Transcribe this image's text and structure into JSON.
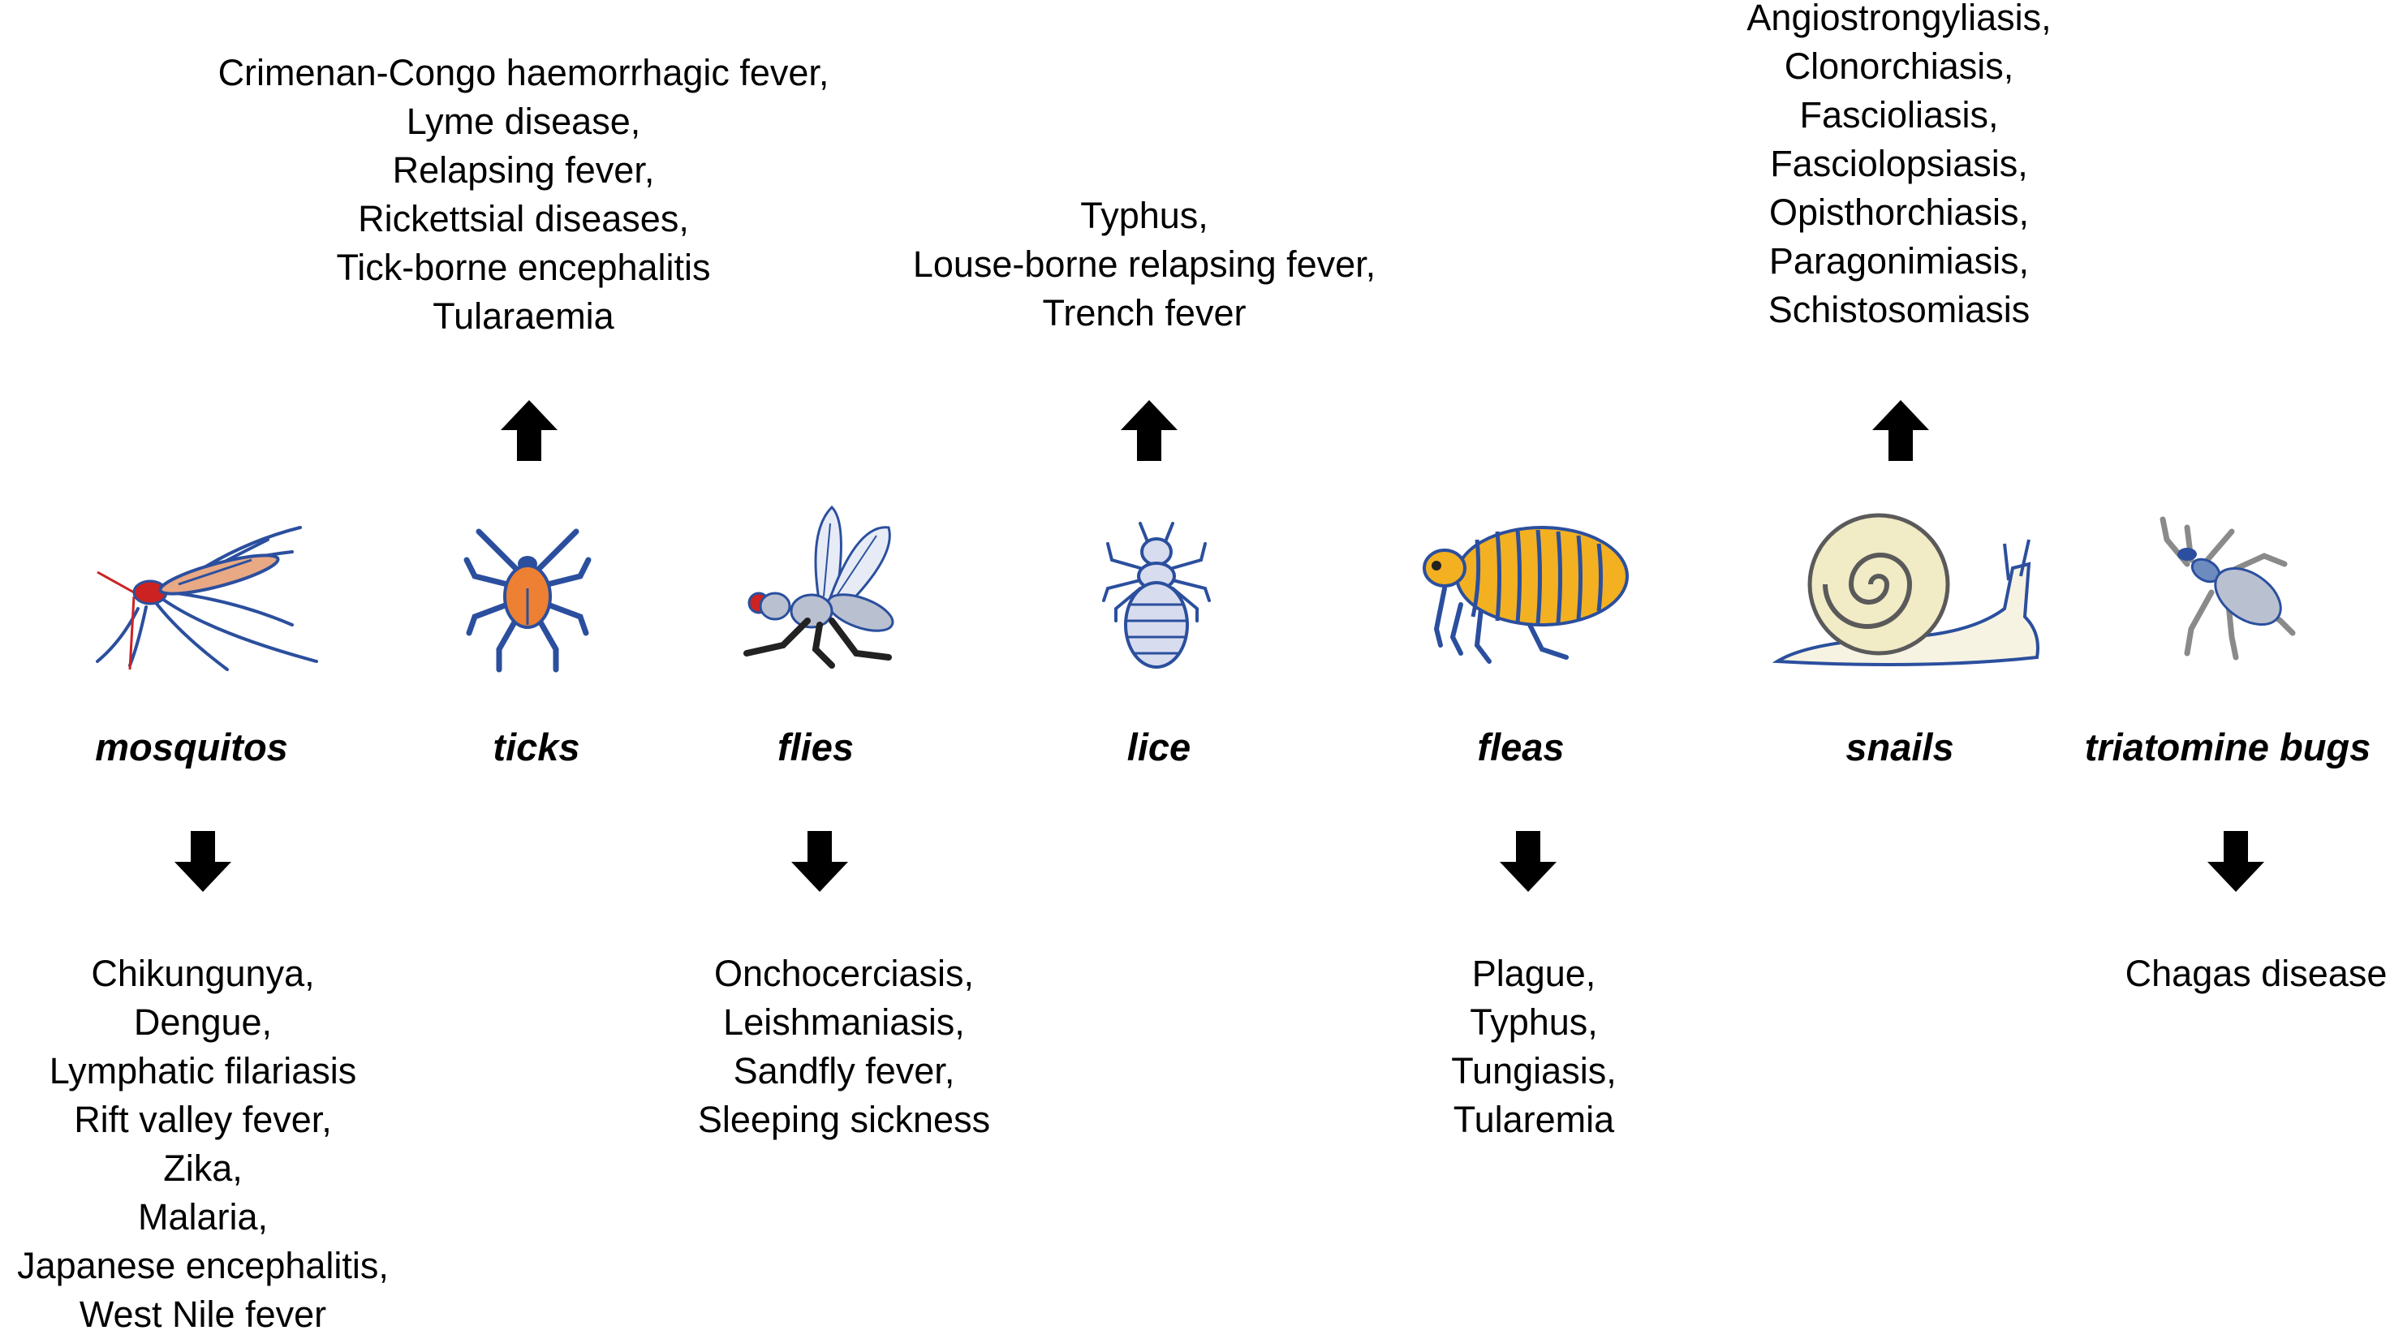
{
  "vectors": [
    {
      "id": "mosquitos",
      "label": "mosquitos",
      "direction": "down",
      "diseases": [
        "Chikungunya,",
        "Dengue,",
        "Lymphatic filariasis",
        "Rift valley fever,",
        "Zika,",
        "Malaria,",
        "Japanese encephalitis,",
        "West Nile fever"
      ]
    },
    {
      "id": "ticks",
      "label": "ticks",
      "direction": "up",
      "diseases": [
        "Crimenan-Congo haemorrhagic fever,",
        "Lyme disease,",
        "Relapsing fever,",
        "Rickettsial diseases,",
        "Tick-borne encephalitis",
        "Tularaemia"
      ]
    },
    {
      "id": "flies",
      "label": "flies",
      "direction": "down",
      "diseases": [
        "Onchocerciasis,",
        "Leishmaniasis,",
        "Sandfly fever,",
        "Sleeping sickness"
      ]
    },
    {
      "id": "lice",
      "label": "lice",
      "direction": "up",
      "diseases": [
        "Typhus,",
        "Louse-borne relapsing fever,",
        "Trench fever"
      ]
    },
    {
      "id": "fleas",
      "label": "fleas",
      "direction": "down",
      "diseases": [
        "Plague,",
        "Typhus,",
        "Tungiasis,",
        "Tularemia"
      ]
    },
    {
      "id": "snails",
      "label": "snails",
      "direction": "up",
      "diseases": [
        "Angiostrongyliasis,",
        "Clonorchiasis,",
        "Fascioliasis,",
        "Fasciolopsiasis,",
        "Opisthorchiasis,",
        "Paragonimiasis,",
        "Schistosomiasis"
      ]
    },
    {
      "id": "triatomine-bugs",
      "label": "triatomine bugs",
      "direction": "down",
      "diseases": [
        "Chagas disease"
      ]
    }
  ],
  "icons": {
    "mosquitos": "mosquito-icon",
    "ticks": "tick-icon",
    "flies": "fly-icon",
    "lice": "louse-icon",
    "fleas": "flea-icon",
    "snails": "snail-icon",
    "triatomine-bugs": "triatomine-bug-icon"
  },
  "colors": {
    "outline": "#2b4f9e",
    "tick_body": "#ee8033",
    "flea_body": "#f3b021",
    "louse_body": "#d7dcef",
    "fly_body": "#b9c0d0",
    "snail_shell": "#f1ebc6",
    "snail_body": "#f7f3e3",
    "bug_body": "#b9c0d0",
    "bug_legs": "#8a8a8a",
    "mosquito_accent": "#cc2222",
    "mosquito_body": "#e9a985",
    "arrow": "#000000"
  }
}
